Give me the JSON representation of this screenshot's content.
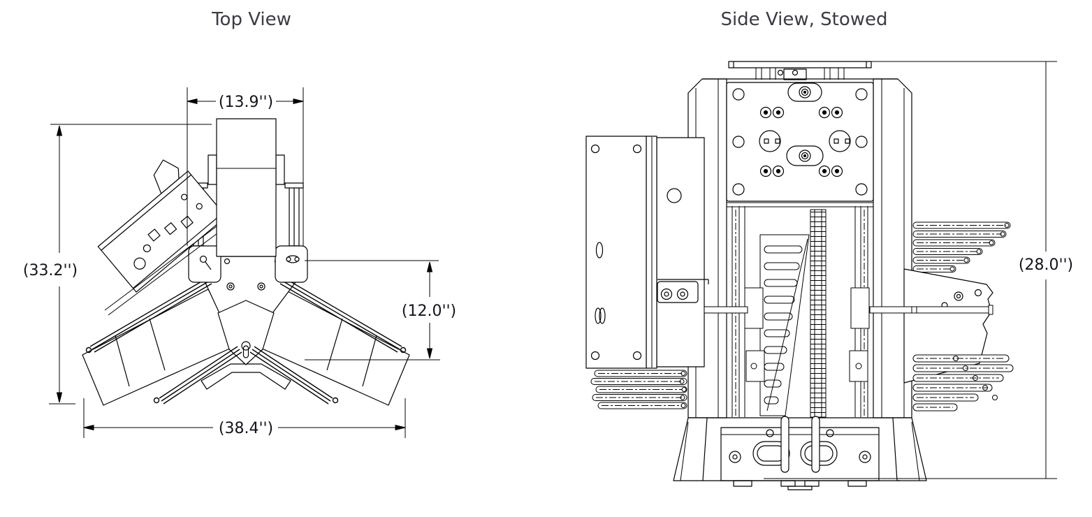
{
  "page": {
    "background_color": "#ffffff"
  },
  "style": {
    "line_color": "#000000",
    "title_color": "#3b3b45",
    "dimension_text_color": "#13131c"
  },
  "figures": {
    "top_view": {
      "title": "Top View",
      "dimensions": {
        "column_width": "(13.9'')",
        "overall_height": "(33.2'')",
        "leg_drop": "(12.0'')",
        "overall_width": "(38.4'')"
      }
    },
    "side_view": {
      "title": "Side View, Stowed",
      "dimensions": {
        "overall_height": "(28.0'')"
      }
    }
  }
}
